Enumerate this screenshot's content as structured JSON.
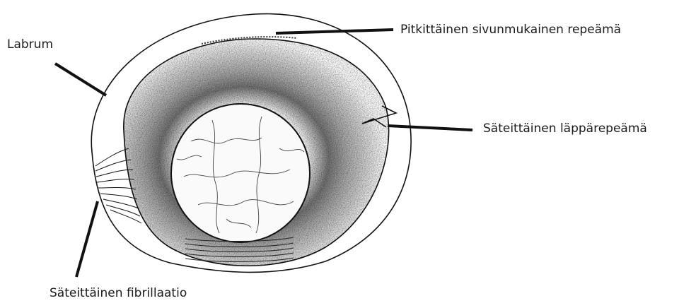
{
  "diagram": {
    "labels": {
      "labrum": "Labrum",
      "longitudinal_tear": "Pitkittäinen sivunmukainen repeämä",
      "radial_flap_tear": "Säteittäinen läppärepeämä",
      "radial_fibrillation": "Säteittäinen fibrillaatio"
    }
  }
}
